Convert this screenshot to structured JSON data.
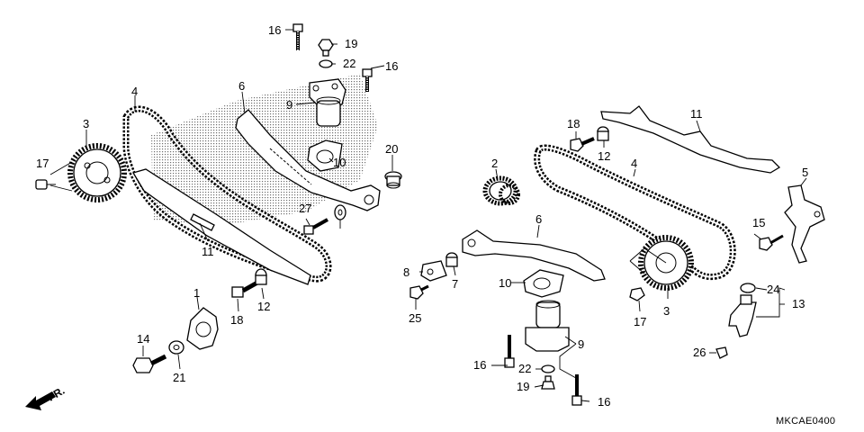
{
  "diagram": {
    "code": "MKCAE0400",
    "direction_label": "FR.",
    "callouts": [
      {
        "id": "c1",
        "text": "1"
      },
      {
        "id": "c2",
        "text": "2"
      },
      {
        "id": "c3a",
        "text": "3"
      },
      {
        "id": "c3b",
        "text": "3"
      },
      {
        "id": "c4a",
        "text": "4"
      },
      {
        "id": "c4b",
        "text": "4"
      },
      {
        "id": "c5",
        "text": "5"
      },
      {
        "id": "c6a",
        "text": "6"
      },
      {
        "id": "c6b",
        "text": "6"
      },
      {
        "id": "c7",
        "text": "7"
      },
      {
        "id": "c8",
        "text": "8"
      },
      {
        "id": "c9a",
        "text": "9"
      },
      {
        "id": "c9b",
        "text": "9"
      },
      {
        "id": "c10a",
        "text": "10"
      },
      {
        "id": "c10b",
        "text": "10"
      },
      {
        "id": "c11a",
        "text": "11"
      },
      {
        "id": "c11b",
        "text": "11"
      },
      {
        "id": "c12a",
        "text": "12"
      },
      {
        "id": "c12b",
        "text": "12"
      },
      {
        "id": "c13",
        "text": "13"
      },
      {
        "id": "c14",
        "text": "14"
      },
      {
        "id": "c15",
        "text": "15"
      },
      {
        "id": "c16a",
        "text": "16"
      },
      {
        "id": "c16b",
        "text": "16"
      },
      {
        "id": "c16c",
        "text": "16"
      },
      {
        "id": "c16d",
        "text": "16"
      },
      {
        "id": "c17a",
        "text": "17"
      },
      {
        "id": "c17b",
        "text": "17"
      },
      {
        "id": "c18a",
        "text": "18"
      },
      {
        "id": "c18b",
        "text": "18"
      },
      {
        "id": "c19a",
        "text": "19"
      },
      {
        "id": "c19b",
        "text": "19"
      },
      {
        "id": "c20",
        "text": "20"
      },
      {
        "id": "c21",
        "text": "21"
      },
      {
        "id": "c22a",
        "text": "22"
      },
      {
        "id": "c22b",
        "text": "22"
      },
      {
        "id": "c24",
        "text": "24"
      },
      {
        "id": "c25",
        "text": "25"
      },
      {
        "id": "c26",
        "text": "26"
      },
      {
        "id": "c27",
        "text": "27"
      }
    ]
  }
}
